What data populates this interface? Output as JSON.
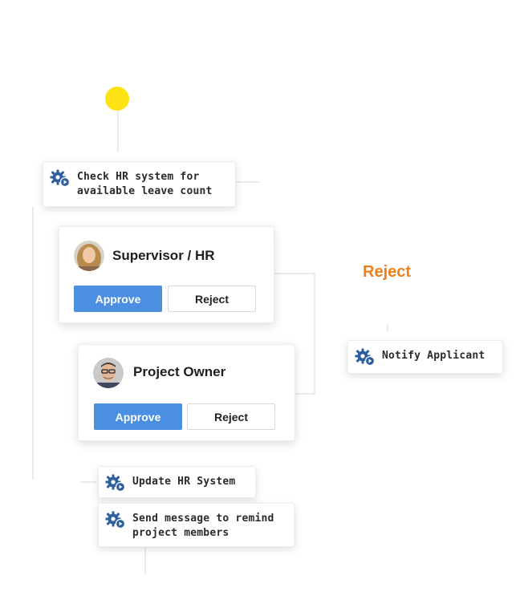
{
  "colors": {
    "start_node": "#fde314",
    "approve_button": "#4a8fe1",
    "reject_label": "#f07f1a",
    "gear_icon": "#2d5f9e"
  },
  "start": {
    "icon": "start-circle-icon"
  },
  "tasks": {
    "check_hr": {
      "icon": "gear-play-icon",
      "label": "Check HR system for\navailable leave count"
    },
    "notify_applicant": {
      "icon": "gear-play-icon",
      "label": "Notify Applicant"
    },
    "update_hr": {
      "icon": "gear-play-icon",
      "label": "Update HR System"
    },
    "send_message": {
      "icon": "gear-play-icon",
      "label": "Send message to remind\nproject members"
    }
  },
  "approvals": {
    "supervisor": {
      "name": "Supervisor / HR",
      "approve_label": "Approve",
      "reject_label": "Reject"
    },
    "project_owner": {
      "name": "Project Owner",
      "approve_label": "Approve",
      "reject_label": "Reject"
    }
  },
  "branch_label": "Reject"
}
